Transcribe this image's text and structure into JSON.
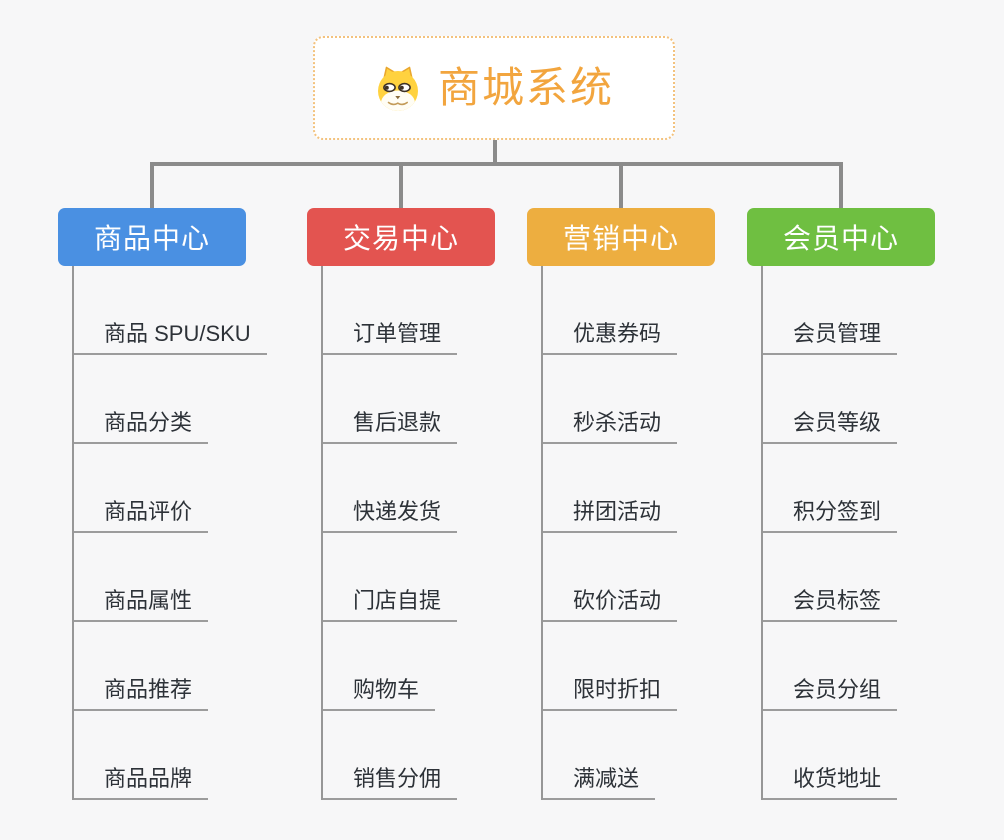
{
  "root": {
    "title": "商城系统",
    "icon": "shiba-dog-icon",
    "title_color": "#F2A53E",
    "border_color": "#F3C27E"
  },
  "connector_color": "#8B8B8B",
  "branches": [
    {
      "label": "商品中心",
      "color": "#4A90E2",
      "children": [
        "商品 SPU/SKU",
        "商品分类",
        "商品评价",
        "商品属性",
        "商品推荐",
        "商品品牌"
      ]
    },
    {
      "label": "交易中心",
      "color": "#E35450",
      "children": [
        "订单管理",
        "售后退款",
        "快递发货",
        "门店自提",
        "购物车",
        "销售分佣"
      ]
    },
    {
      "label": "营销中心",
      "color": "#EDAE40",
      "children": [
        "优惠券码",
        "秒杀活动",
        "拼团活动",
        "砍价活动",
        "限时折扣",
        "满减送"
      ]
    },
    {
      "label": "会员中心",
      "color": "#6FBF41",
      "children": [
        "会员管理",
        "会员等级",
        "积分签到",
        "会员标签",
        "会员分组",
        "收货地址"
      ]
    }
  ]
}
